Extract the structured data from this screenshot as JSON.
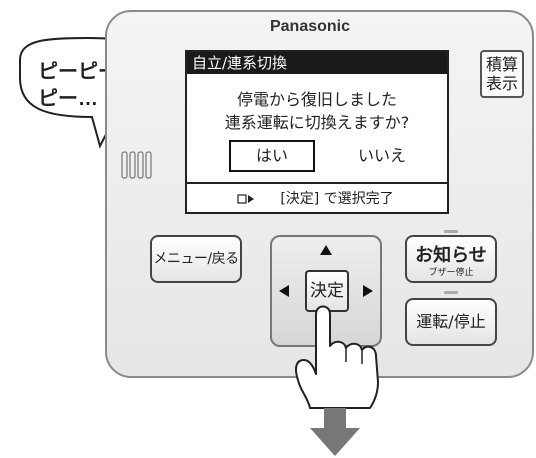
{
  "bubble": {
    "line1": "ピーピー",
    "line2": "ピー…"
  },
  "device": {
    "brand": "Panasonic"
  },
  "screen": {
    "title": "自立/連系切換",
    "message_line1": "停電から復旧しました",
    "message_line2": "連系運転に切換えますか?",
    "option_yes": "はい",
    "option_no": "いいえ",
    "hint_text": "[決定] で選択完了"
  },
  "buttons": {
    "summary_line1": "積算",
    "summary_line2": "表示",
    "menu_back": "メニュー/戻る",
    "kettei": "決定",
    "notify_main": "お知らせ",
    "notify_sub": "ブザー停止",
    "run_stop": "運転/停止"
  },
  "colors": {
    "screen_header": "#1a1a1a",
    "arrow": "#777777"
  }
}
